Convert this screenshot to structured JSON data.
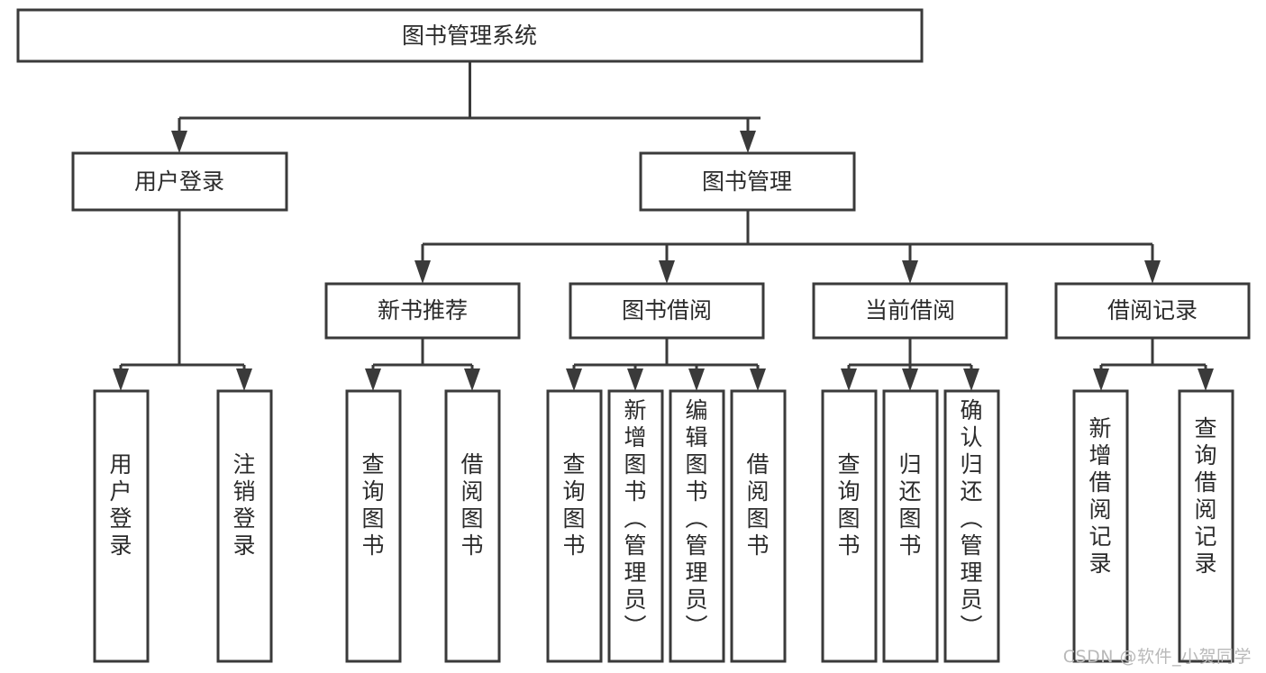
{
  "diagram": {
    "title": "图书管理系统",
    "type": "tree-hierarchy",
    "watermark": "CSDN @软件_小贺同学",
    "colors": {
      "stroke": "#3a3a3a",
      "fill": "#ffffff",
      "text": "#2b2b2b",
      "watermark": "#b9b9b9"
    },
    "nodes": {
      "root": {
        "label": "图书管理系统",
        "level": 1,
        "orientation": "horizontal"
      },
      "l2": [
        {
          "id": "user-login",
          "label": "用户登录",
          "level": 2,
          "orientation": "horizontal"
        },
        {
          "id": "book-manage",
          "label": "图书管理",
          "level": 2,
          "orientation": "horizontal"
        }
      ],
      "l3": [
        {
          "id": "new-book-rec",
          "label": "新书推荐",
          "level": 3,
          "orientation": "horizontal",
          "parent": "book-manage"
        },
        {
          "id": "book-borrow",
          "label": "图书借阅",
          "level": 3,
          "orientation": "horizontal",
          "parent": "book-manage"
        },
        {
          "id": "current-borrow",
          "label": "当前借阅",
          "level": 3,
          "orientation": "horizontal",
          "parent": "book-manage"
        },
        {
          "id": "borrow-record",
          "label": "借阅记录",
          "level": 3,
          "orientation": "horizontal",
          "parent": "book-manage"
        }
      ],
      "leaves": [
        {
          "id": "leaf-user-login",
          "label": "用户登录",
          "parent": "user-login",
          "orientation": "vertical"
        },
        {
          "id": "leaf-user-logout",
          "label": "注销登录",
          "parent": "user-login",
          "orientation": "vertical"
        },
        {
          "id": "leaf-query-book-1",
          "label": "查询图书",
          "parent": "new-book-rec",
          "orientation": "vertical"
        },
        {
          "id": "leaf-borrow-book-1",
          "label": "借阅图书",
          "parent": "new-book-rec",
          "orientation": "vertical"
        },
        {
          "id": "leaf-query-book-2",
          "label": "查询图书",
          "parent": "book-borrow",
          "orientation": "vertical"
        },
        {
          "id": "leaf-add-book",
          "label": "新增图书（管理员）",
          "parent": "book-borrow",
          "orientation": "vertical"
        },
        {
          "id": "leaf-edit-book",
          "label": "编辑图书（管理员）",
          "parent": "book-borrow",
          "orientation": "vertical"
        },
        {
          "id": "leaf-borrow-book-2",
          "label": "借阅图书",
          "parent": "book-borrow",
          "orientation": "vertical"
        },
        {
          "id": "leaf-query-book-3",
          "label": "查询图书",
          "parent": "current-borrow",
          "orientation": "vertical"
        },
        {
          "id": "leaf-return-book",
          "label": "归还图书",
          "parent": "current-borrow",
          "orientation": "vertical"
        },
        {
          "id": "leaf-confirm-return",
          "label": "确认归还（管理员）",
          "parent": "current-borrow",
          "orientation": "vertical"
        },
        {
          "id": "leaf-add-record",
          "label": "新增借阅记录",
          "parent": "borrow-record",
          "orientation": "vertical"
        },
        {
          "id": "leaf-query-record",
          "label": "查询借阅记录",
          "parent": "borrow-record",
          "orientation": "vertical"
        }
      ]
    }
  }
}
